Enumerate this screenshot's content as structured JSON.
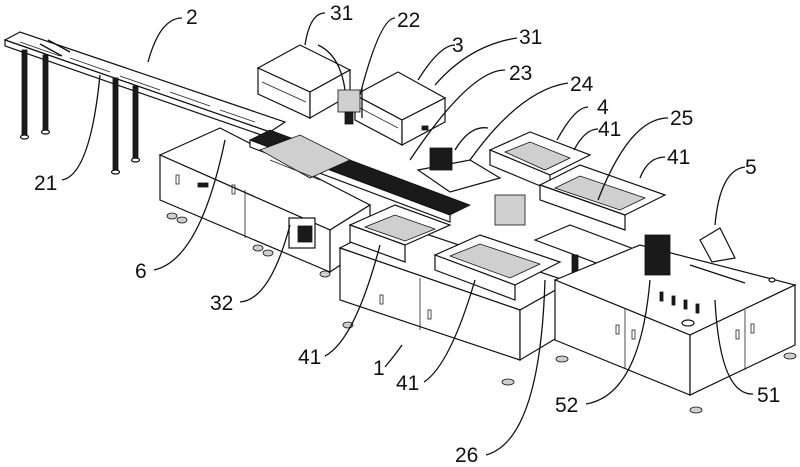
{
  "figure": {
    "type": "patent isometric drawing",
    "subject": "automated production line assembly",
    "background": "#ffffff",
    "line_color": "#111111"
  },
  "labels": [
    {
      "id": "label-2",
      "text": "2",
      "target": "feed conveyor"
    },
    {
      "id": "label-21",
      "text": "21",
      "target": "conveyor support legs"
    },
    {
      "id": "label-31a",
      "text": "31",
      "target": "left housing cover"
    },
    {
      "id": "label-22",
      "text": "22",
      "target": "transfer gripper"
    },
    {
      "id": "label-3",
      "text": "3",
      "target": "processing station"
    },
    {
      "id": "label-31b",
      "text": "31",
      "target": "right housing cover"
    },
    {
      "id": "label-23",
      "text": "23",
      "target": "main transfer rail"
    },
    {
      "id": "label-24",
      "text": "24",
      "target": "rotary manipulator"
    },
    {
      "id": "label-4",
      "text": "4",
      "target": "fixture station"
    },
    {
      "id": "label-41a",
      "text": "41",
      "target": "fixture tray upper-left"
    },
    {
      "id": "label-25",
      "text": "25",
      "target": "second transfer rail"
    },
    {
      "id": "label-41b",
      "text": "41",
      "target": "fixture tray upper-right"
    },
    {
      "id": "label-5",
      "text": "5",
      "target": "output station"
    },
    {
      "id": "label-6",
      "text": "6",
      "target": "feeding post"
    },
    {
      "id": "label-32",
      "text": "32",
      "target": "control panel"
    },
    {
      "id": "label-41c",
      "text": "41",
      "target": "fixture tray lower-left"
    },
    {
      "id": "label-1",
      "text": "1",
      "target": "machine base"
    },
    {
      "id": "label-41d",
      "text": "41",
      "target": "fixture tray lower-right"
    },
    {
      "id": "label-52",
      "text": "52",
      "target": "output slots"
    },
    {
      "id": "label-51",
      "text": "51",
      "target": "output worktable"
    },
    {
      "id": "label-26",
      "text": "26",
      "target": "bridge conveyor"
    }
  ]
}
